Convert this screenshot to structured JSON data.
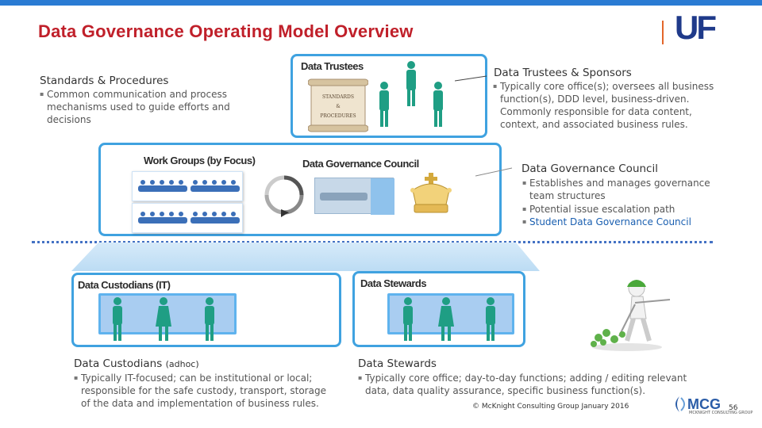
{
  "title": "Data Governance Operating Model Overview",
  "logo": {
    "text": "UF",
    "color": "#1f3a8a"
  },
  "standards": {
    "heading": "Standards & Procedures",
    "bullets": [
      "Common communication and process mechanisms used to guide efforts and decisions"
    ]
  },
  "trustees_box": {
    "label": "Data Trustees",
    "scroll_text_1": "STANDARDS",
    "scroll_text_2": "&",
    "scroll_text_3": "PROCEDURES"
  },
  "trustees_section": {
    "heading": "Data Trustees & Sponsors",
    "bullets": [
      "Typically core office(s); oversees all business function(s), DDD level, business-driven. Commonly responsible for data content, context, and associated business rules."
    ]
  },
  "council_box": {
    "workgroups_label": "Work Groups (by Focus)",
    "council_label": "Data Governance Council"
  },
  "council_section": {
    "heading": "Data Governance Council",
    "bullets": [
      "Establishes and manages governance team structures",
      "Potential issue escalation path",
      "Student Data Governance Council"
    ]
  },
  "custodians_box": {
    "label": "Data Custodians (IT)"
  },
  "stewards_box": {
    "label": "Data Stewards"
  },
  "custodians_section": {
    "heading": "Data Custodians",
    "heading_suffix": "(adhoc)",
    "bullets": [
      "Typically IT-focused; can be institutional or local; responsible for the safe custody, transport, storage of the data and implementation of business rules."
    ]
  },
  "stewards_section": {
    "heading": "Data Stewards",
    "bullets": [
      "Typically core office; day-to-day functions; adding / editing relevant data, data quality assurance, specific business function(s)."
    ]
  },
  "footer": {
    "copyright": "© McKnight Consulting Group January 2016",
    "page_number": "56",
    "brand": "MCG",
    "brand_sub": "MCKNIGHT CONSULTING GROUP"
  },
  "colors": {
    "title": "#c0202a",
    "box_border": "#3fa2e0",
    "panel_fill": "#a9cdf1",
    "figure": "#1f9e84",
    "dotted_divider": "#4472c4"
  }
}
